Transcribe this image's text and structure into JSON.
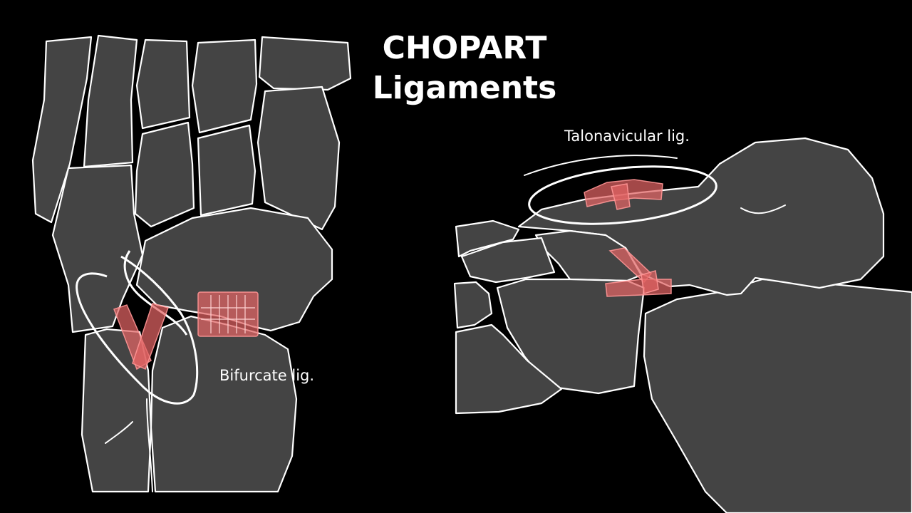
{
  "title": {
    "line1": "CHOPART",
    "line2": "Ligaments"
  },
  "labels": {
    "bifurcate": "Bifurcate lig.",
    "talonavicular": "Talonavicular lig."
  },
  "colors": {
    "background": "#000000",
    "bone_fill": "#444444",
    "outline": "#ffffff",
    "ligament": "#e26464"
  }
}
